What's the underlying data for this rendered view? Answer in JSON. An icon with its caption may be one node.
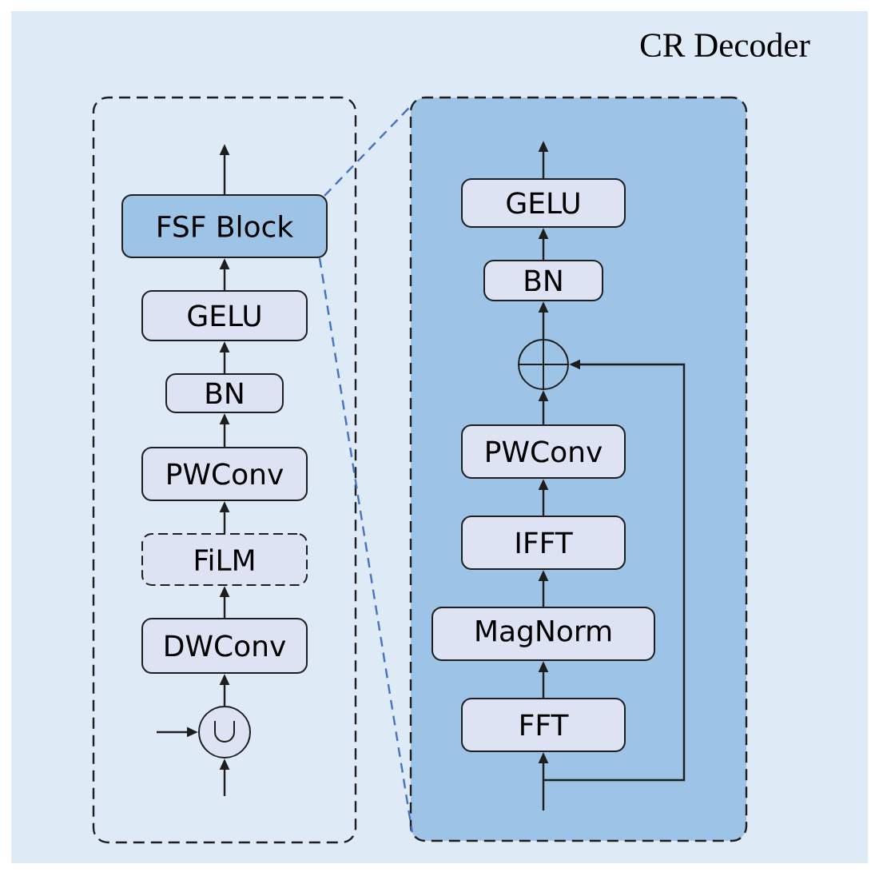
{
  "diagram": {
    "nodes": [
      {
        "text": [
          "CR Decoder"
        ]
      },
      {
        "text": [],
        "shape": "box",
        "in": 0
      },
      {
        "text": [
          "FSF Block"
        ],
        "in": 1
      },
      {
        "text": [
          "GELU"
        ],
        "in": 1
      },
      {
        "text": [
          "BN"
        ],
        "in": 1
      },
      {
        "text": [
          "PWConv"
        ],
        "in": 1
      },
      {
        "text": [
          "FiLM"
        ],
        "in": 1
      },
      {
        "text": [
          "DWConv"
        ],
        "in": 1
      },
      {
        "text": [],
        "shape": "circle",
        "in": 1
      },
      {
        "text": [],
        "shape": "box",
        "in": 0
      },
      {
        "text": [
          "GELU"
        ],
        "in": 9
      },
      {
        "text": [
          "BN"
        ],
        "in": 9
      },
      {
        "text": [],
        "shape": "circle",
        "in": 9
      },
      {
        "text": [
          "PWConv"
        ],
        "in": 9
      },
      {
        "text": [
          "IFFT"
        ],
        "in": 9
      },
      {
        "text": [
          "MagNorm"
        ],
        "in": 9
      },
      {
        "text": [
          "FFT"
        ],
        "in": 9
      }
    ],
    "edges": [
      {
        "from": null,
        "to": 8,
        "arrow": "to"
      },
      {
        "from": null,
        "to": 8,
        "arrow": "to"
      },
      {
        "from": 8,
        "to": 7,
        "arrow": "to"
      },
      {
        "from": 7,
        "to": 6,
        "arrow": "to"
      },
      {
        "from": 6,
        "to": 5,
        "arrow": "to"
      },
      {
        "from": 5,
        "to": 4,
        "arrow": "to"
      },
      {
        "from": 4,
        "to": 3,
        "arrow": "to"
      },
      {
        "from": 3,
        "to": 2,
        "arrow": "to"
      },
      {
        "from": 2,
        "to": null,
        "arrow": "to"
      },
      {
        "from": 2,
        "to": 9,
        "arrow": "none",
        "style": "dashed",
        "color": "#4472c4"
      },
      {
        "from": 2,
        "to": 9,
        "arrow": "none",
        "style": "dashed",
        "color": "#4472c4"
      },
      {
        "from": null,
        "to": 16,
        "arrow": "to"
      },
      {
        "from": null,
        "to": 12,
        "arrow": "to"
      },
      {
        "from": 16,
        "to": 15,
        "arrow": "to"
      },
      {
        "from": 15,
        "to": 14,
        "arrow": "to"
      },
      {
        "from": 14,
        "to": 13,
        "arrow": "to"
      },
      {
        "from": 13,
        "to": 12,
        "arrow": "to"
      },
      {
        "from": 12,
        "to": 11,
        "arrow": "to"
      },
      {
        "from": 11,
        "to": 10,
        "arrow": "to"
      },
      {
        "from": 10,
        "to": null,
        "arrow": "to"
      }
    ]
  }
}
